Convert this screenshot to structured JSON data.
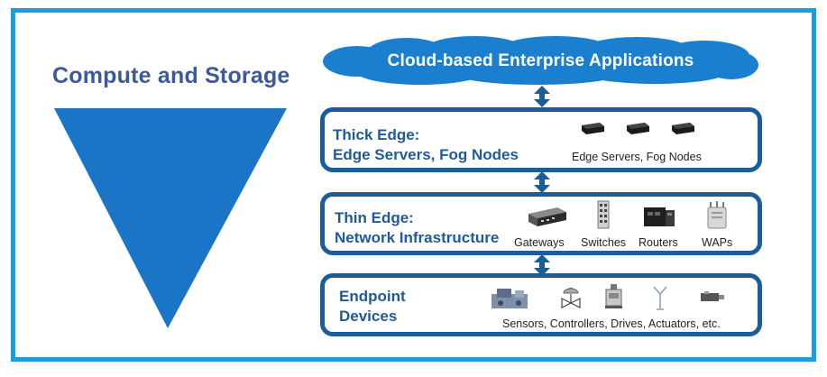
{
  "left": {
    "title": "Compute and Storage"
  },
  "cloud": {
    "label": "Cloud-based Enterprise Applications"
  },
  "thick_edge": {
    "title_line1": "Thick Edge:",
    "title_line2": "Edge Servers, Fog Nodes",
    "caption": "Edge Servers, Fog Nodes"
  },
  "thin_edge": {
    "title_line1": "Thin Edge:",
    "title_line2": "Network Infrastructure",
    "items": [
      "Gateways",
      "Switches",
      "Routers",
      "WAPs"
    ]
  },
  "endpoint": {
    "title_line1": "Endpoint",
    "title_line2": "Devices",
    "caption": "Sensors, Controllers, Drives, Actuators, etc."
  },
  "colors": {
    "frame": "#1a9ddb",
    "funnel": "#1b75c7",
    "cloud": "#1a7fcf",
    "box_border": "#1a5d98",
    "title_text": "#1f5a99"
  }
}
